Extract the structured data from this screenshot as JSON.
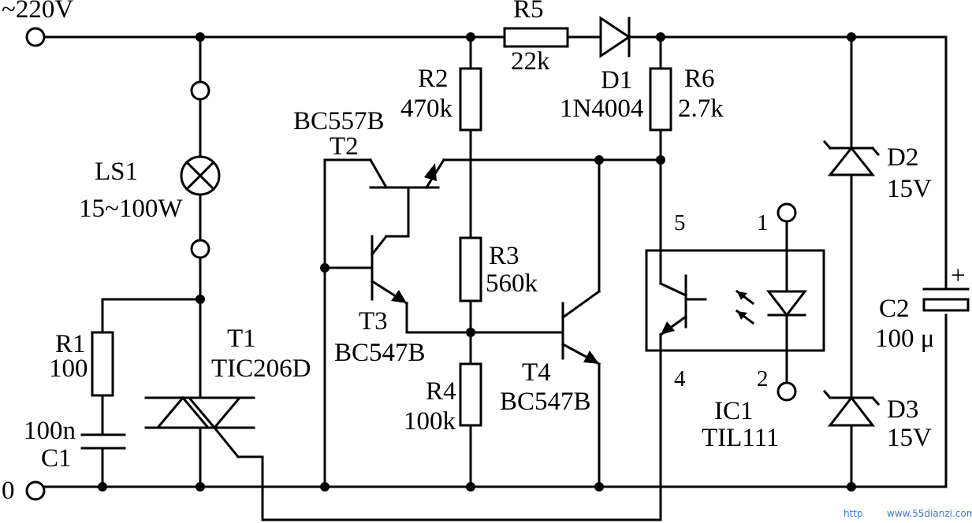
{
  "terminals": {
    "live": "~220V",
    "neutral": "0"
  },
  "components": {
    "ls1": {
      "ref": "LS1",
      "value": "15~100W"
    },
    "r1": {
      "ref": "R1",
      "value": "100"
    },
    "c1": {
      "ref": "C1",
      "value": "100n"
    },
    "t1": {
      "ref": "T1",
      "part": "TIC206D"
    },
    "t2": {
      "ref": "T2",
      "part": "BC557B"
    },
    "t3": {
      "ref": "T3",
      "part": "BC547B"
    },
    "t4": {
      "ref": "T4",
      "part": "BC547B"
    },
    "r2": {
      "ref": "R2",
      "value": "470k"
    },
    "r3": {
      "ref": "R3",
      "value": "560k"
    },
    "r4": {
      "ref": "R4",
      "value": "100k"
    },
    "r5": {
      "ref": "R5",
      "value": "22k"
    },
    "r6": {
      "ref": "R6",
      "value": "2.7k"
    },
    "d1": {
      "ref": "D1",
      "part": "1N4004"
    },
    "d2": {
      "ref": "D2",
      "value": "15V"
    },
    "d3": {
      "ref": "D3",
      "value": "15V"
    },
    "c2": {
      "ref": "C2",
      "value": "100 μ",
      "polarity": "+"
    },
    "ic1": {
      "ref": "IC1",
      "part": "TIL111",
      "pins": [
        "1",
        "2",
        "4",
        "5"
      ]
    }
  },
  "watermark": {
    "prefix": "http",
    "site": "www.55dianzi.com"
  }
}
